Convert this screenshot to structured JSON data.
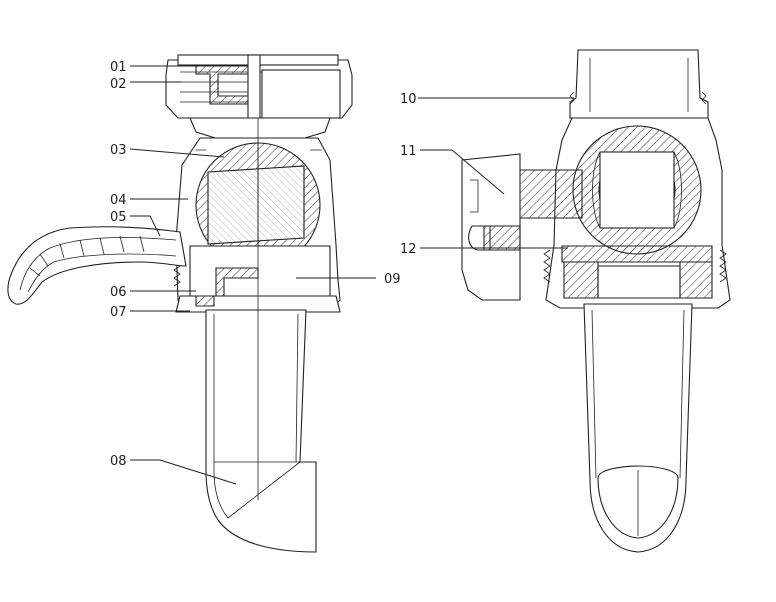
{
  "callouts_left": [
    {
      "id": "01"
    },
    {
      "id": "02"
    },
    {
      "id": "03"
    },
    {
      "id": "04"
    },
    {
      "id": "05"
    },
    {
      "id": "06"
    },
    {
      "id": "07"
    },
    {
      "id": "08"
    },
    {
      "id": "09"
    }
  ],
  "callouts_right": [
    {
      "id": "10"
    },
    {
      "id": "11"
    },
    {
      "id": "12"
    }
  ],
  "colors": {
    "line": "#222222",
    "background": "#ffffff"
  }
}
